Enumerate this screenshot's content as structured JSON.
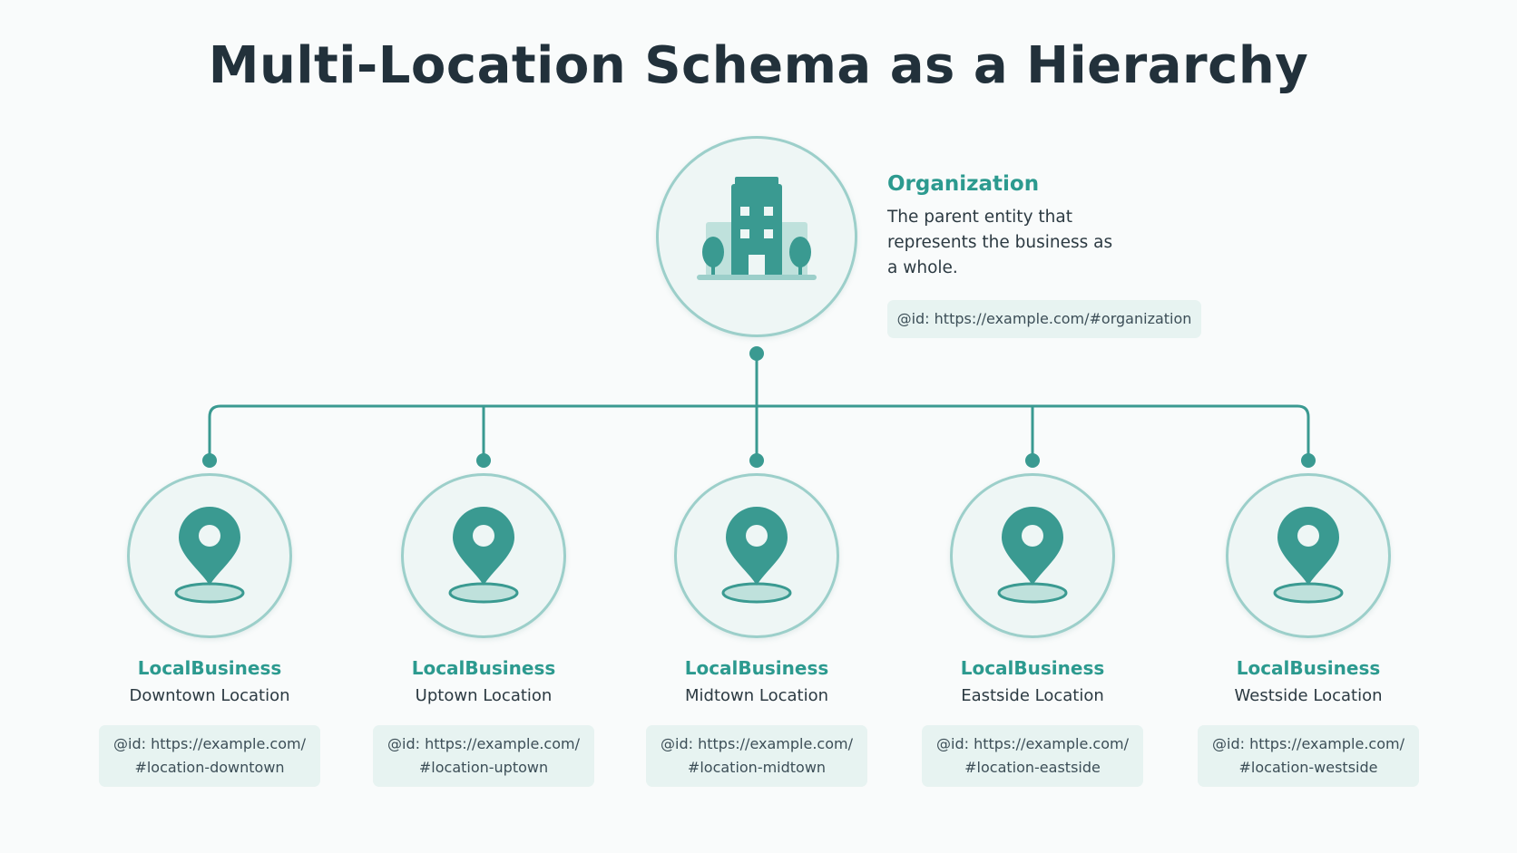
{
  "title": "Multi-Location Schema as a Hierarchy",
  "colors": {
    "accent": "#2c9a8f",
    "line": "#3a9a91",
    "circle_fill": "#eef6f5",
    "circle_border": "#9ccfca",
    "id_box": "#e7f3f1",
    "title": "#22313b"
  },
  "organization": {
    "icon": "building-icon",
    "type": "Organization",
    "description": "The parent entity that represents the business as a whole.",
    "id": "@id: https://example.com/#organization"
  },
  "locations": [
    {
      "icon": "map-pin-icon",
      "type": "LocalBusiness",
      "name": "Downtown Location",
      "id_line1": "@id: https://example.com/",
      "id_line2": "#location-downtown"
    },
    {
      "icon": "map-pin-icon",
      "type": "LocalBusiness",
      "name": "Uptown Location",
      "id_line1": "@id: https://example.com/",
      "id_line2": "#location-uptown"
    },
    {
      "icon": "map-pin-icon",
      "type": "LocalBusiness",
      "name": "Midtown Location",
      "id_line1": "@id: https://example.com/",
      "id_line2": "#location-midtown"
    },
    {
      "icon": "map-pin-icon",
      "type": "LocalBusiness",
      "name": "Eastside Location",
      "id_line1": "@id: https://example.com/",
      "id_line2": "#location-eastside"
    },
    {
      "icon": "map-pin-icon",
      "type": "LocalBusiness",
      "name": "Westside Location",
      "id_line1": "@id: https://example.com/",
      "id_line2": "#location-westside"
    }
  ]
}
